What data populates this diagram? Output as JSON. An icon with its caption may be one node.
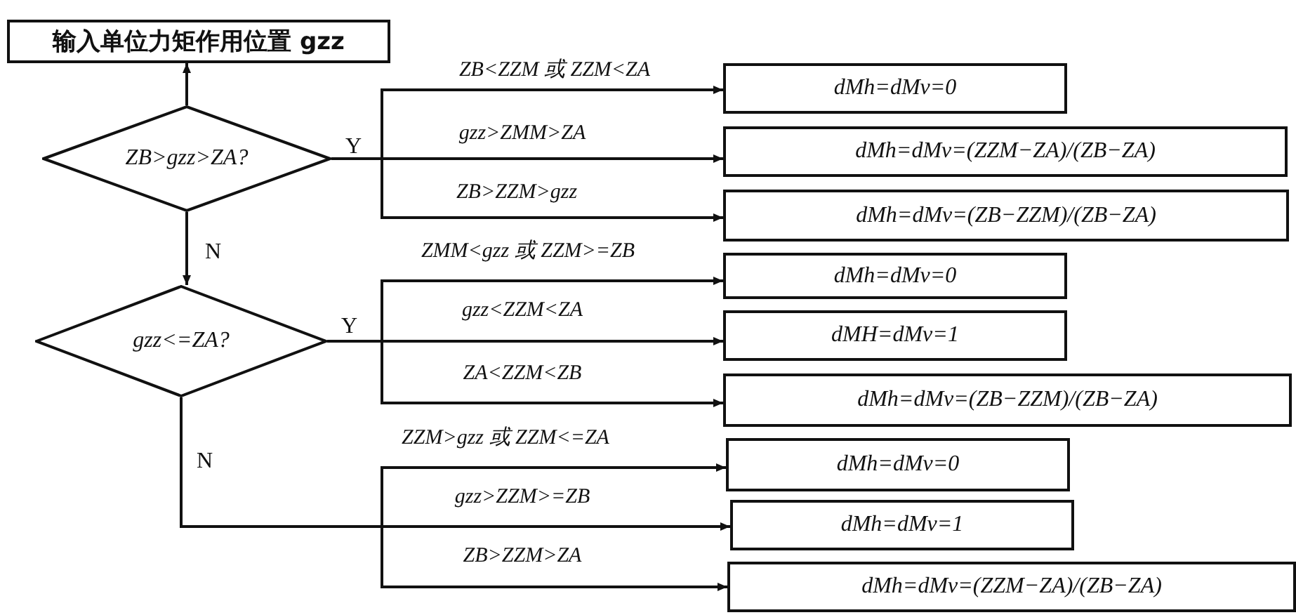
{
  "diagram": {
    "nodes": [
      {
        "text": [
          "输入单位力矩作用位置 gzz"
        ]
      },
      {
        "text": [
          "ZB>gzz>ZA?"
        ]
      },
      {
        "text": [
          "dMh=dMv=0"
        ]
      },
      {
        "text": [
          "dMh=dMv=(ZZM−ZA)/(ZB−ZA)"
        ]
      },
      {
        "text": [
          "dMh=dMv=(ZB−ZZM)/(ZB−ZA)"
        ]
      },
      {
        "text": [
          "gzz<=ZA?"
        ]
      },
      {
        "text": [
          "dMh=dMv=0"
        ]
      },
      {
        "text": [
          "dMH=dMv=1"
        ]
      },
      {
        "text": [
          "dMh=dMv=(ZB−ZZM)/(ZB−ZA)"
        ]
      },
      {
        "text": [
          "dMh=dMv=0"
        ]
      },
      {
        "text": [
          "dMh=dMv=1"
        ]
      },
      {
        "text": [
          "dMh=dMv=(ZZM−ZA)/(ZB−ZA)"
        ]
      }
    ],
    "edges": [
      {
        "from": 1,
        "to": 0,
        "arrow": "to"
      },
      {
        "from": 1,
        "to": 2,
        "arrow": "to",
        "label": "ZB<ZZM 或 ZZM<ZA"
      },
      {
        "from": 1,
        "to": 3,
        "arrow": "to",
        "label": "gzz>ZMM>ZA"
      },
      {
        "from": 1,
        "to": 4,
        "arrow": "to",
        "label": "ZB>ZZM>gzz"
      },
      {
        "from": 1,
        "to": 5,
        "arrow": "to"
      },
      {
        "from": 5,
        "to": 6,
        "arrow": "to",
        "label": "ZMM<gzz 或 ZZM>=ZB"
      },
      {
        "from": 5,
        "to": 7,
        "arrow": "to",
        "label": "gzz<ZZM<ZA"
      },
      {
        "from": 5,
        "to": 8,
        "arrow": "to",
        "label": "ZA<ZZM<ZB"
      },
      {
        "from": 5,
        "to": 9,
        "arrow": "to",
        "label": "ZZM>gzz 或 ZZM<=ZA"
      },
      {
        "from": 5,
        "to": 10,
        "arrow": "to",
        "label": "gzz>ZZM>=ZB"
      },
      {
        "from": 5,
        "to": 11,
        "arrow": "to",
        "label": "ZB>ZZM>ZA"
      }
    ],
    "labels": [
      "Y",
      "N",
      "Y",
      "N"
    ]
  }
}
